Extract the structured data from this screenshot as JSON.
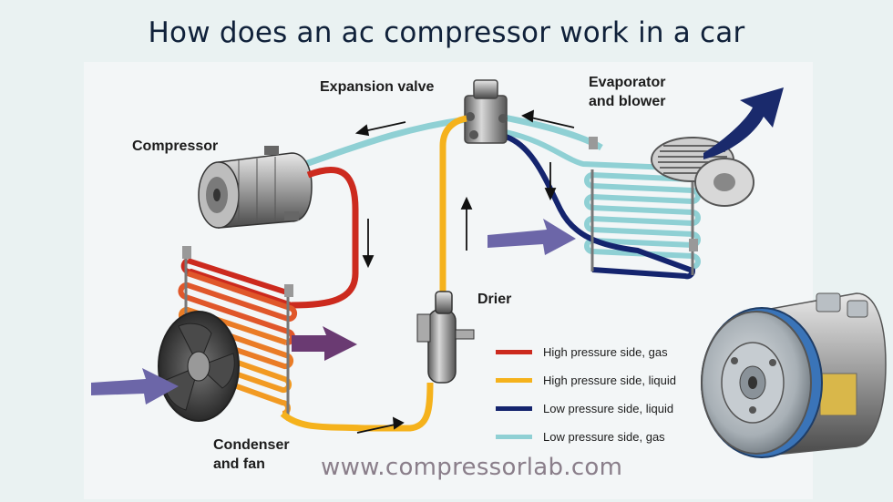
{
  "title": "How does an ac compressor work in a car",
  "labels": {
    "expansion_valve": "Expansion valve",
    "evaporator": [
      "Evaporator",
      "and blower"
    ],
    "compressor": "Compressor",
    "drier": "Drier",
    "condenser": [
      "Condenser",
      "and fan"
    ]
  },
  "legend": [
    {
      "label": "High pressure side, gas",
      "color": "#cc2a1e"
    },
    {
      "label": "High pressure side, liquid",
      "color": "#f5b21c"
    },
    {
      "label": "Low pressure side, liquid",
      "color": "#14246e"
    },
    {
      "label": "Low pressure side, gas",
      "color": "#8fd0d4"
    }
  ],
  "website": "www.compressorlab.com"
}
